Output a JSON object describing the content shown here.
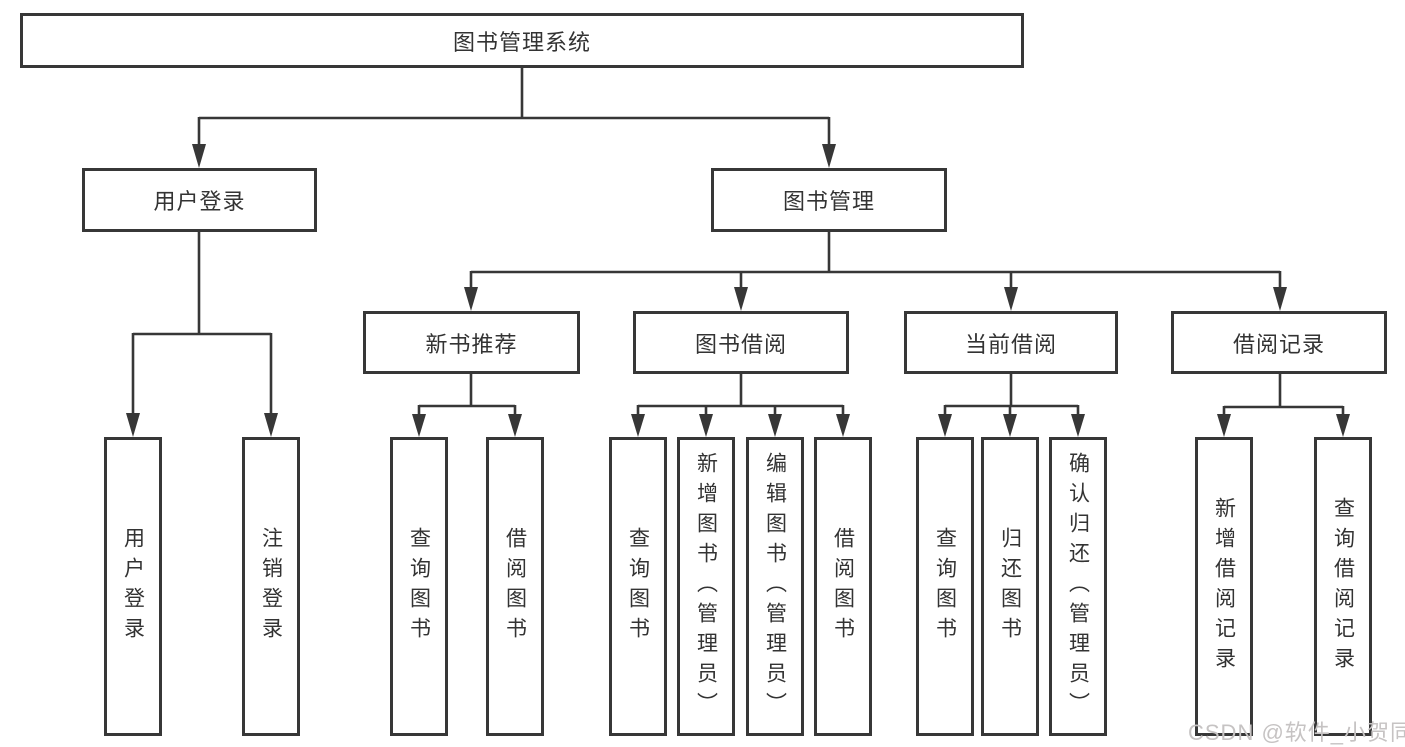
{
  "nodes": {
    "root": "图书管理系统",
    "user_login": "用户登录",
    "book_mgmt": "图书管理",
    "new_books": "新书推荐",
    "book_borrow": "图书借阅",
    "current_borrow": "当前借阅",
    "borrow_records": "借阅记录"
  },
  "leaves": {
    "user_login": [
      "用户登录",
      "注销登录"
    ],
    "new_books": [
      "查询图书",
      "借阅图书"
    ],
    "book_borrow": [
      "查询图书",
      "新增图书（管理员）",
      "编辑图书（管理员）",
      "借阅图书"
    ],
    "current_borrow": [
      "查询图书",
      "归还图书",
      "确认归还（管理员）"
    ],
    "borrow_records": [
      "新增借阅记录",
      "查询借阅记录"
    ]
  },
  "watermark": "CSDN @软件_小贺同学",
  "colors": {
    "line": "#373737",
    "text": "#333333",
    "watermark": "#c6c3c3",
    "background": "#ffffff"
  }
}
